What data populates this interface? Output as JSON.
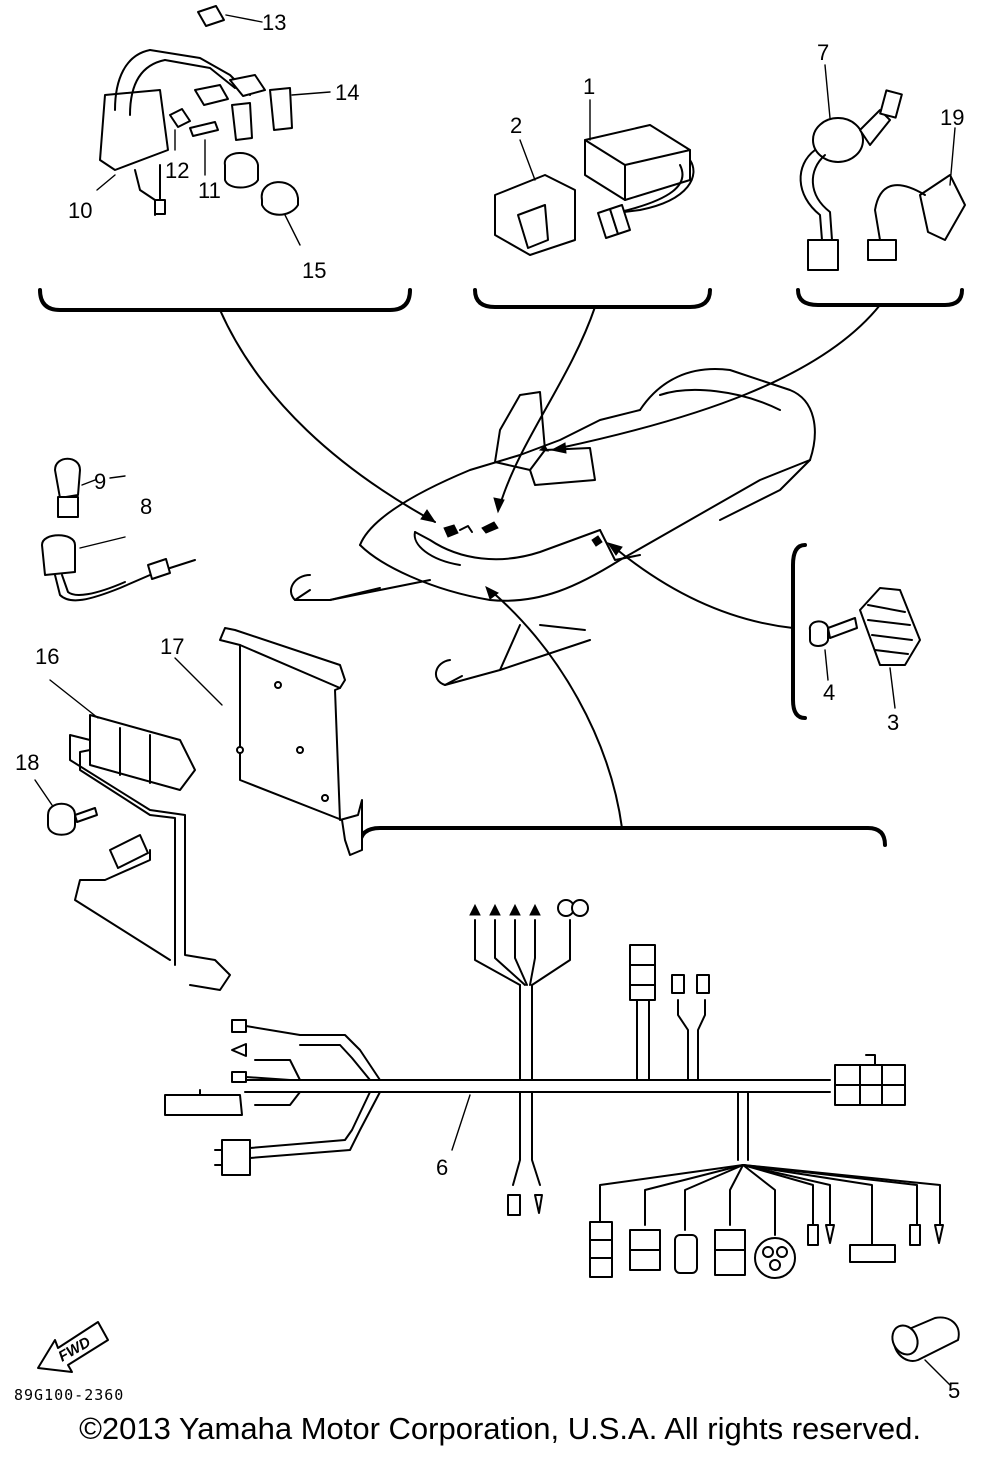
{
  "diagram": {
    "callouts": [
      "1",
      "2",
      "3",
      "4",
      "5",
      "6",
      "7",
      "8",
      "9",
      "10",
      "11",
      "12",
      "13",
      "14",
      "15",
      "16",
      "17",
      "18",
      "19"
    ],
    "direction_arrow": "FWD",
    "drawing_code": "89G100-2360"
  },
  "copyright": "©2013 Yamaha Motor Corporation, U.S.A. All rights reserved."
}
